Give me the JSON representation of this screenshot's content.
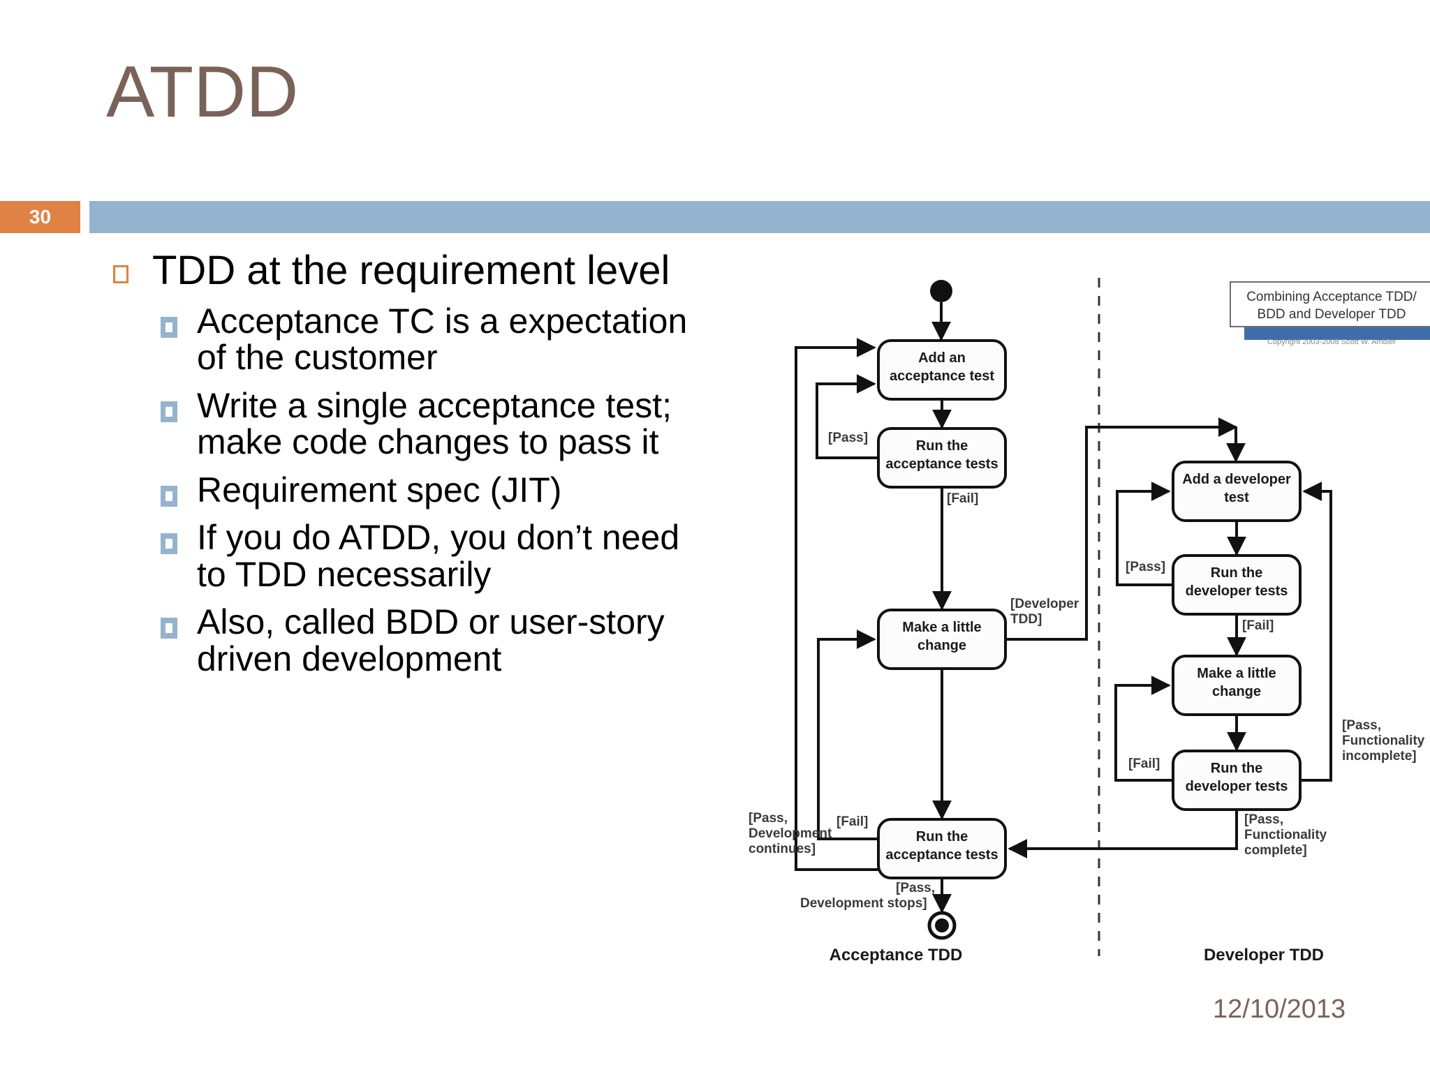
{
  "slide": {
    "title": "ATDD",
    "page_number": "30",
    "date": "12/10/2013",
    "accent_orange": "#DF8244",
    "accent_blue": "#94B3CE",
    "title_color": "#7A6259"
  },
  "bullets": {
    "level1": {
      "text": "TDD at the requirement level",
      "marker": "orange-hollow-square"
    },
    "level2": [
      {
        "text": "Acceptance TC is a expectation of the customer",
        "marker": "blue-square"
      },
      {
        "text": "Write a single acceptance test; make code changes to pass it",
        "marker": "blue-square"
      },
      {
        "text": "Requirement spec (JIT)",
        "marker": "blue-square"
      },
      {
        "text": "If you do ATDD, you don’t need to TDD necessarily",
        "marker": "blue-square"
      },
      {
        "text": "Also, called BDD or user-story driven development",
        "marker": "blue-square"
      }
    ]
  },
  "diagram": {
    "caption_box": {
      "line1": "Combining Acceptance TDD/",
      "line2": "BDD and Developer TDD"
    },
    "copyright": "Copyright 2003-2008 Scott W. Ambler",
    "swimlanes": [
      {
        "name": "acceptance-tdd",
        "label": "Acceptance TDD"
      },
      {
        "name": "developer-tdd",
        "label": "Developer TDD"
      }
    ],
    "nodes": [
      {
        "id": "start",
        "type": "initial-node",
        "label": ""
      },
      {
        "id": "add-acceptance-test",
        "type": "activity",
        "lane": "acceptance-tdd",
        "label_lines": [
          "Add an",
          "acceptance test"
        ]
      },
      {
        "id": "run-acceptance-tests-top",
        "type": "activity",
        "lane": "acceptance-tdd",
        "label_lines": [
          "Run the",
          "acceptance tests"
        ]
      },
      {
        "id": "make-little-change-left",
        "type": "activity",
        "lane": "acceptance-tdd",
        "label_lines": [
          "Make a little",
          "change"
        ]
      },
      {
        "id": "run-acceptance-tests-bottom",
        "type": "activity",
        "lane": "acceptance-tdd",
        "label_lines": [
          "Run the",
          "acceptance tests"
        ]
      },
      {
        "id": "end",
        "type": "final-node",
        "label": ""
      },
      {
        "id": "add-developer-test",
        "type": "activity",
        "lane": "developer-tdd",
        "label_lines": [
          "Add a developer",
          "test"
        ]
      },
      {
        "id": "run-developer-tests-top",
        "type": "activity",
        "lane": "developer-tdd",
        "label_lines": [
          "Run the",
          "developer tests"
        ]
      },
      {
        "id": "make-little-change-right",
        "type": "activity",
        "lane": "developer-tdd",
        "label_lines": [
          "Make a little",
          "change"
        ]
      },
      {
        "id": "run-developer-tests-bottom",
        "type": "activity",
        "lane": "developer-tdd",
        "label_lines": [
          "Run the",
          "developer tests"
        ]
      }
    ],
    "edge_labels": [
      {
        "id": "pass-left",
        "text": "[Pass]"
      },
      {
        "id": "fail-left-top",
        "text": "[Fail]"
      },
      {
        "id": "developer-tdd-guard",
        "lines": [
          "[Developer",
          "TDD]"
        ]
      },
      {
        "id": "fail-left-bottom",
        "text": "[Fail]"
      },
      {
        "id": "pass-dev-continues",
        "lines": [
          "[Pass,",
          "Development",
          "continues]"
        ]
      },
      {
        "id": "pass-dev-stops",
        "lines": [
          "[Pass,",
          "Development stops]"
        ]
      },
      {
        "id": "pass-right-top",
        "text": "[Pass]"
      },
      {
        "id": "fail-right-top",
        "text": "[Fail]"
      },
      {
        "id": "fail-right-bottom",
        "text": "[Fail]"
      },
      {
        "id": "pass-func-incomplete",
        "lines": [
          "[Pass,",
          "Functionality",
          "incomplete]"
        ]
      },
      {
        "id": "pass-func-complete",
        "lines": [
          "[Pass,",
          "Functionality",
          "complete]"
        ]
      }
    ]
  }
}
